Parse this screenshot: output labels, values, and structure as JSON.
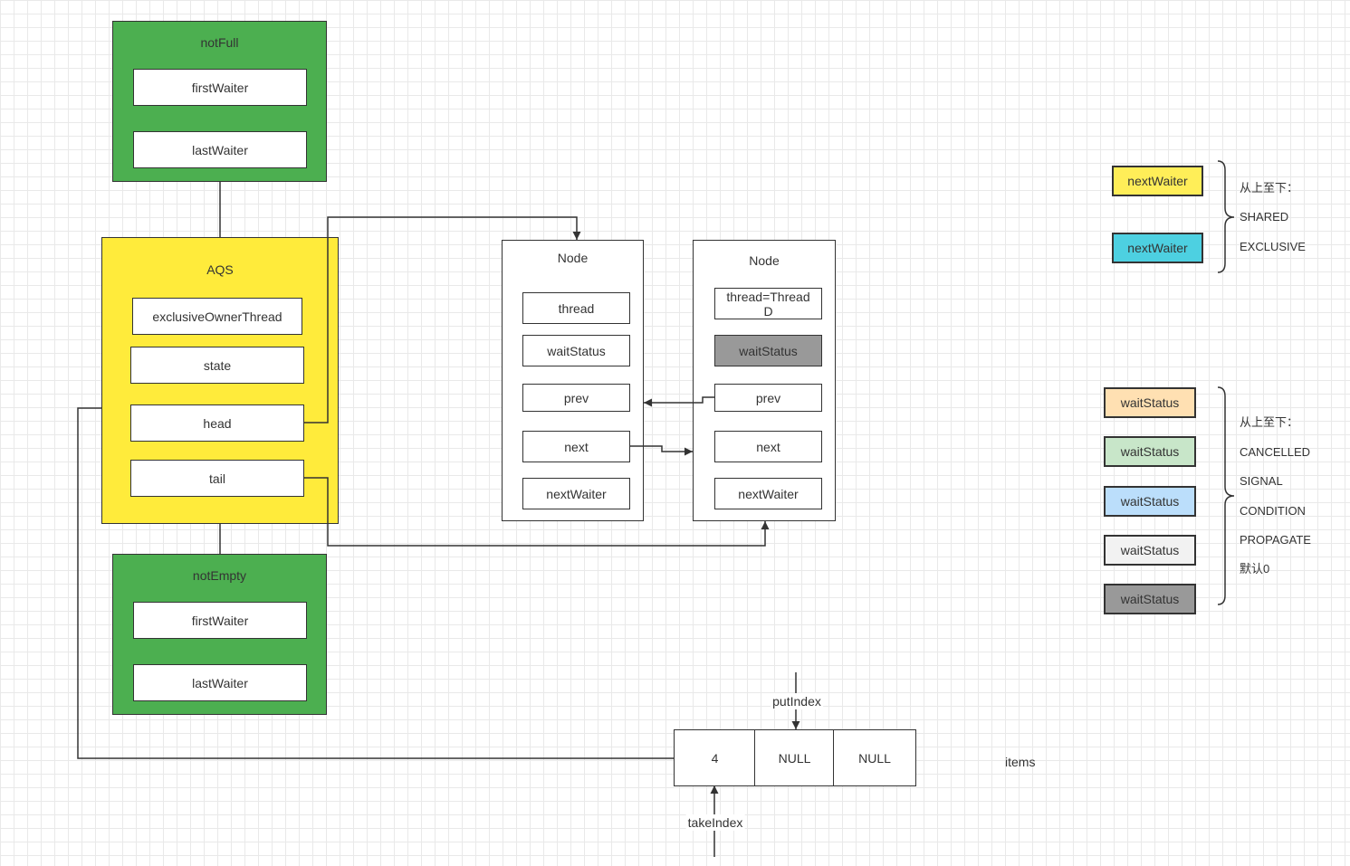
{
  "not_full": {
    "title": "notFull",
    "fill": "#4CAF50",
    "first_waiter": "firstWaiter",
    "last_waiter": "lastWaiter"
  },
  "aqs": {
    "title": "AQS",
    "fill": "#FFEB3B",
    "exclusive_owner_thread": "exclusiveOwnerThread",
    "state": "state",
    "head": "head",
    "tail": "tail"
  },
  "not_empty": {
    "title": "notEmpty",
    "fill": "#4CAF50",
    "first_waiter": "firstWaiter",
    "last_waiter": "lastWaiter"
  },
  "nodes": [
    {
      "title": "Node",
      "thread": "thread",
      "wait_status": "waitStatus",
      "prev": "prev",
      "next": "next",
      "next_waiter": "nextWaiter"
    },
    {
      "title": "Node",
      "thread": "thread=ThreadD",
      "wait_status": "waitStatus",
      "wait_status_fill": "#999999",
      "prev": "prev",
      "next": "next",
      "next_waiter": "nextWaiter"
    }
  ],
  "items_array": {
    "label": "items",
    "cells": [
      "4",
      "NULL",
      "NULL"
    ],
    "put_index_label": "putIndex",
    "take_index_label": "takeIndex"
  },
  "next_waiter_legend": {
    "swatches": [
      {
        "label": "nextWaiter",
        "fill": "#FFEE58"
      },
      {
        "label": "nextWaiter",
        "fill": "#4DD0E1"
      }
    ],
    "heading": "从上至下：",
    "meanings": [
      "SHARED",
      "EXCLUSIVE"
    ]
  },
  "wait_status_legend": {
    "swatches": [
      {
        "label": "waitStatus",
        "fill": "#FFE0B2"
      },
      {
        "label": "waitStatus",
        "fill": "#C8E6C9"
      },
      {
        "label": "waitStatus",
        "fill": "#BBDEFB"
      },
      {
        "label": "waitStatus",
        "fill": "#F2F2F2"
      },
      {
        "label": "waitStatus",
        "fill": "#999999"
      }
    ],
    "heading": "从上至下：",
    "meanings": [
      "CANCELLED",
      "SIGNAL",
      "CONDITION",
      "PROPAGATE",
      "默认0"
    ]
  }
}
